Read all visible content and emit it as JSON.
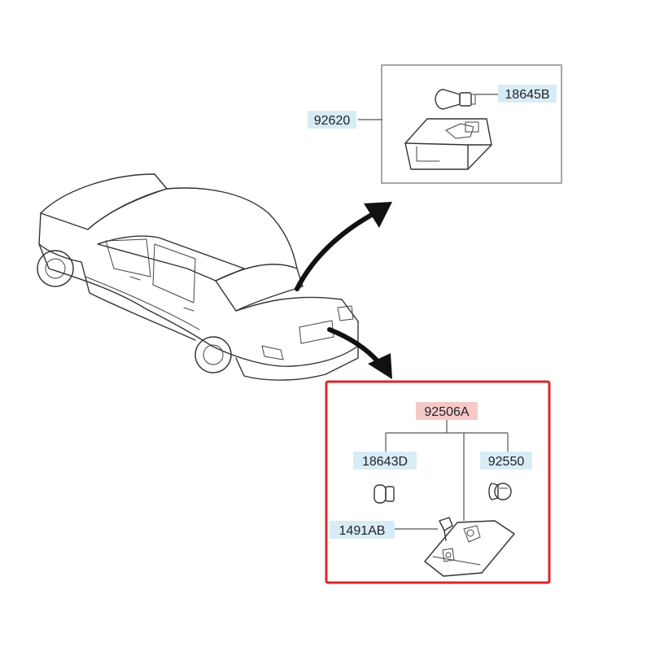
{
  "labels": {
    "upper_assembly": "92620",
    "upper_bulb": "18645B",
    "lower_assembly": "92506A",
    "lower_bulb": "18643D",
    "lower_socket": "92550",
    "lower_screw": "1491AB"
  },
  "colors": {
    "label_bg": "#d7ecf7",
    "highlight_bg": "#f6c9c9",
    "highlight_border": "#d62828",
    "line": "#333333",
    "arrow": "#111111"
  }
}
